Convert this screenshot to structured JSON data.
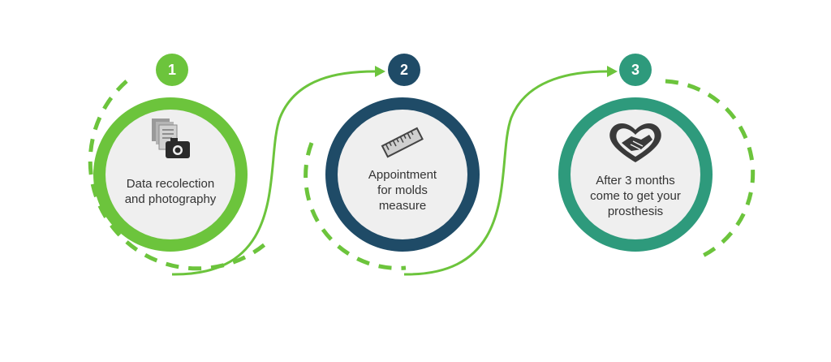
{
  "steps": [
    {
      "number": "1",
      "lines": [
        "Data recolection",
        "and photography"
      ],
      "icon": "documents-camera-icon",
      "color": "#6cc43c"
    },
    {
      "number": "2",
      "lines": [
        "Appointment",
        "for molds",
        "measure"
      ],
      "icon": "ruler-icon",
      "color": "#1f4b67"
    },
    {
      "number": "3",
      "lines": [
        "After 3 months",
        "come to get your",
        "prosthesis"
      ],
      "icon": "heart-hands-icon",
      "color": "#2e9a7c"
    }
  ],
  "colors": {
    "connector": "#6cc43c",
    "inner_fill": "#efefef",
    "text": "#333333"
  }
}
